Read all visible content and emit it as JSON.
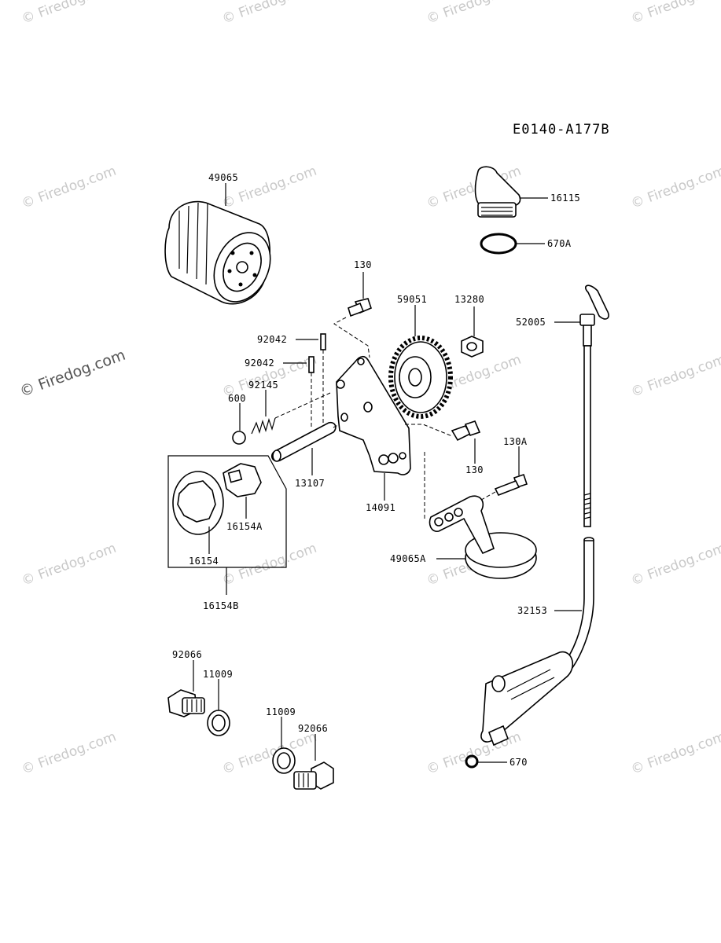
{
  "diagram_code": "E0140-A177B",
  "watermark": {
    "text": "© Firedog.com"
  },
  "parts": {
    "p49065": "49065",
    "p16115": "16115",
    "p670A": "670A",
    "p130_top": "130",
    "p59051": "59051",
    "p13280": "13280",
    "p52005": "52005",
    "p92042_a": "92042",
    "p92042_b": "92042",
    "p92145": "92145",
    "p600": "600",
    "p13107": "13107",
    "p14091": "14091",
    "p130_bottom": "130",
    "p130A": "130A",
    "p16154A": "16154A",
    "p16154": "16154",
    "p16154B": "16154B",
    "p49065A": "49065A",
    "p32153": "32153",
    "p92066_a": "92066",
    "p11009_a": "11009",
    "p11009_b": "11009",
    "p92066_b": "92066",
    "p670": "670"
  },
  "colors": {
    "line": "#000000",
    "watermark": "#c9c9c9",
    "background": "#ffffff"
  }
}
